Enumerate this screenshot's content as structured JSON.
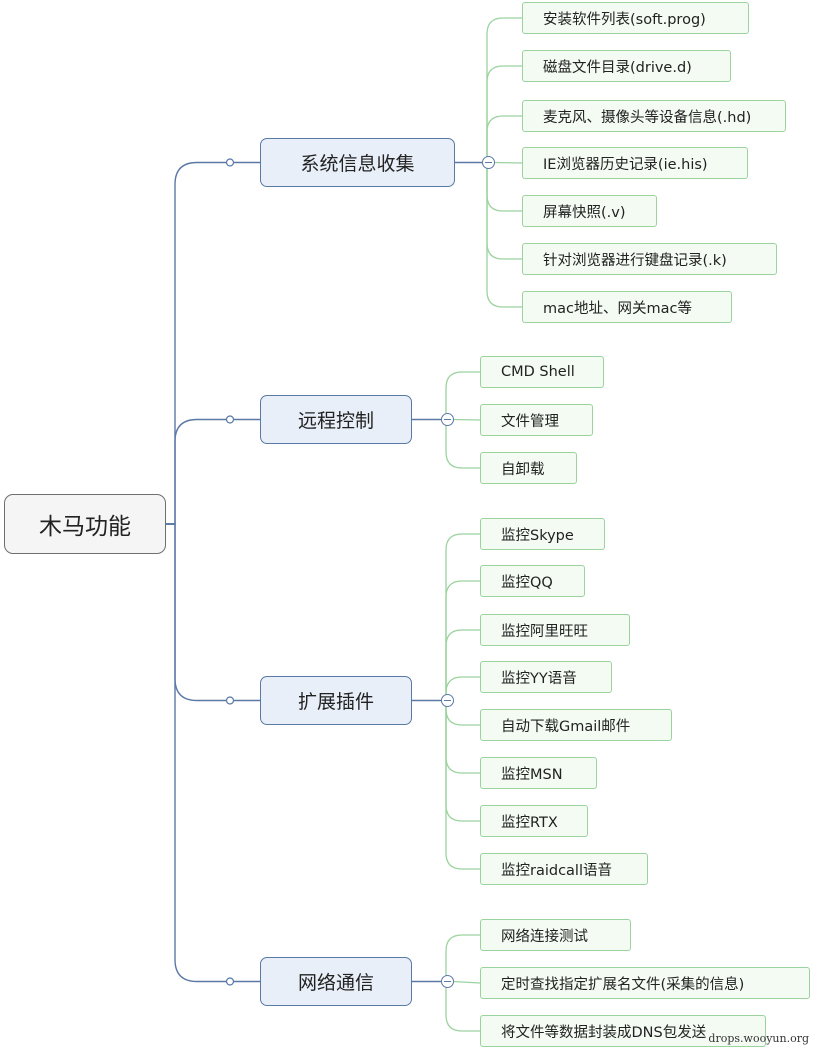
{
  "root": {
    "label": "木马功能"
  },
  "branches": [
    {
      "label": "系统信息收集",
      "children": [
        "安装软件列表(soft.prog)",
        "磁盘文件目录(drive.d)",
        "麦克风、摄像头等设备信息(.hd)",
        "IE浏览器历史记录(ie.his)",
        "屏幕快照(.v)",
        "针对浏览器进行键盘记录(.k)",
        "mac地址、网关mac等"
      ]
    },
    {
      "label": "远程控制",
      "children": [
        "CMD Shell",
        "文件管理",
        "自卸载"
      ]
    },
    {
      "label": "扩展插件",
      "children": [
        "监控Skype",
        "监控QQ",
        "监控阿里旺旺",
        "监控YY语音",
        "自动下载Gmail邮件",
        "监控MSN",
        "监控RTX",
        "监控raidcall语音"
      ]
    },
    {
      "label": "网络通信",
      "children": [
        "网络连接测试",
        "定时查找指定扩展名文件(采集的信息)",
        "将文件等数据封装成DNS包发送"
      ]
    }
  ],
  "watermark": "drops.wooyun.org",
  "colors": {
    "root_border": "#6f6f6f",
    "branch_border": "#5a79a6",
    "branch_fill": "#e8eff8",
    "leaf_border": "#9bd39f",
    "leaf_fill": "#f3fbf3"
  }
}
